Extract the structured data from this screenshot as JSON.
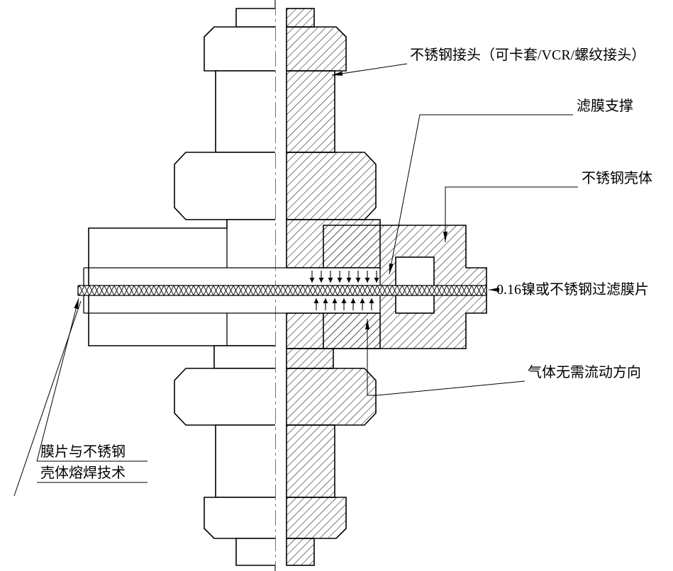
{
  "diagram": {
    "background": "#ffffff",
    "line_color": "#000000",
    "labels": {
      "connector": "不锈钢接头（可卡套/VCR/螺纹接头）",
      "support": "滤膜支撑",
      "shell": "不锈钢壳体",
      "membrane": "0.16镍或不锈钢过滤膜片",
      "flow": "气体无需流动方向",
      "weld1": "膜片与不锈钢",
      "weld2": "壳体熔焊技术"
    }
  }
}
